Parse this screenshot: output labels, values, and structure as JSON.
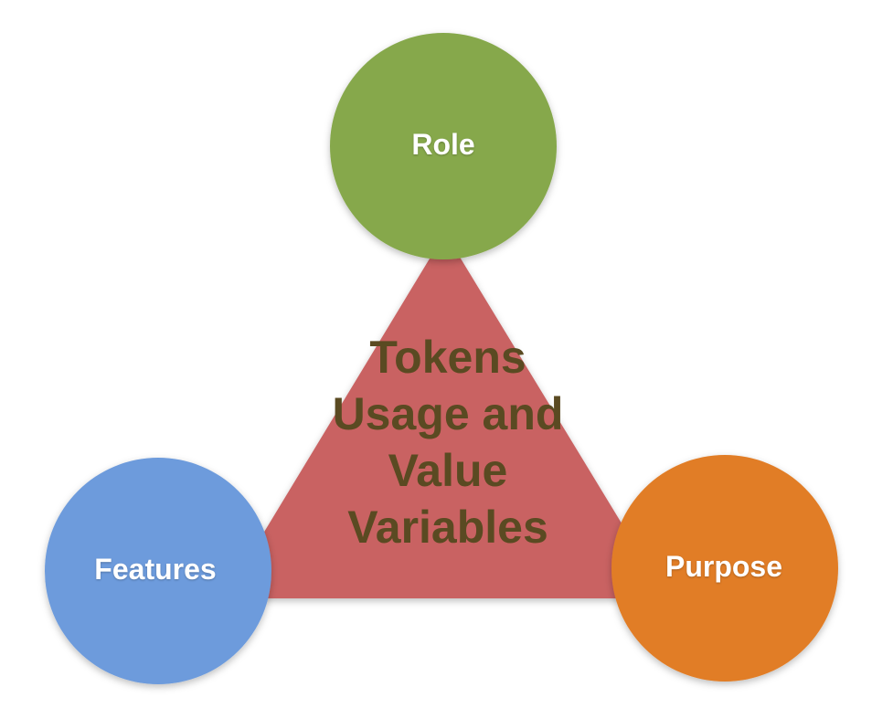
{
  "diagram": {
    "center": {
      "lines": [
        "Tokens",
        "Usage and",
        "Value",
        "Variables"
      ]
    },
    "nodes": {
      "role": {
        "label": "Role",
        "color": "#86a84c"
      },
      "features": {
        "label": "Features",
        "color": "#6d9bdc"
      },
      "purpose": {
        "label": "Purpose",
        "color": "#e17d26"
      }
    },
    "triangle_color": "#c96262",
    "center_text_color": "#5a4a22"
  }
}
